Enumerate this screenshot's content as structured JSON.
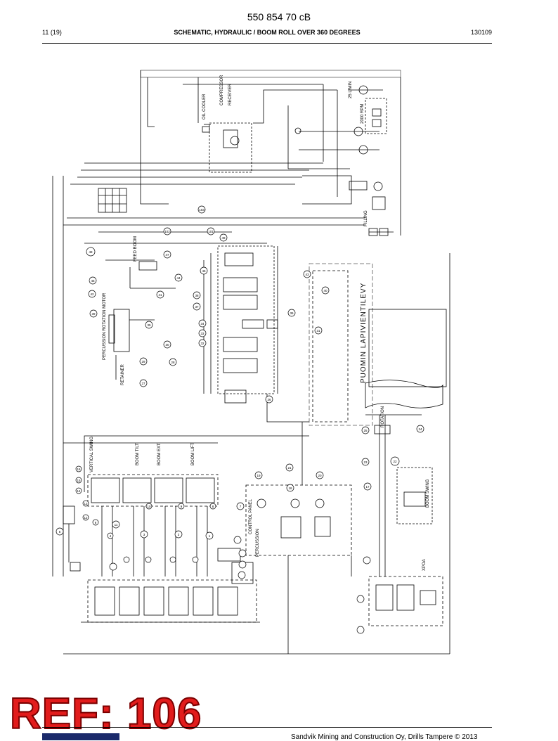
{
  "header": {
    "doc_number": "550 854 70 cB",
    "page": "11 (19)",
    "title": "SCHEMATIC, HYDRAULIC / BOOM ROLL OVER 360 DEGREES",
    "date": "130109"
  },
  "labels": {
    "oil_cooler": "OIL COOLER",
    "compressor": "COMPRESSOR",
    "receiver": "RECEIVER",
    "feed_boom": "FEED BOOM",
    "percussion_rotation_motor": "PERCUSSION ROTATION MOTOR",
    "retainer": "RETAINER",
    "vertical_swing": "VERTICAL SWING",
    "boom_tilt": "BOOM TILT",
    "boom_ext": "BOOM EXT.",
    "boom_lift": "BOOM LIFT",
    "rotation": "ROTATION",
    "control_panel": "CONTROL PANEL",
    "percussion": "PERCUSSION",
    "boom_swing": "BOOM SWING",
    "xpoa": "XPOA",
    "filling": "FILLING",
    "fill_line": "25 L/MIN",
    "pump_speed": "2000 RPM",
    "puomin_lapivientilevy": "PUOMIN LAPIVIENTILEVY"
  },
  "callouts": [
    "103",
    "102",
    "101",
    "49",
    "48",
    "47",
    "46",
    "45",
    "44",
    "43",
    "42",
    "41",
    "40",
    "39",
    "38",
    "37",
    "36",
    "35",
    "34",
    "33",
    "32",
    "31",
    "30",
    "29",
    "28",
    "27",
    "26",
    "25",
    "24",
    "23",
    "22",
    "21",
    "20",
    "19",
    "18",
    "17",
    "16",
    "15",
    "14",
    "13",
    "12",
    "11",
    "10",
    "9",
    "8",
    "7",
    "6",
    "5",
    "4",
    "3",
    "2",
    "1"
  ],
  "stamp": {
    "text": "REF: 106"
  },
  "footer": {
    "copyright": "Sandvik Mining and Construction Oy, Drills Tampere © 2013"
  },
  "colors": {
    "stamp_red": "#e21c1c",
    "line": "#000000",
    "dash": "#555555"
  }
}
